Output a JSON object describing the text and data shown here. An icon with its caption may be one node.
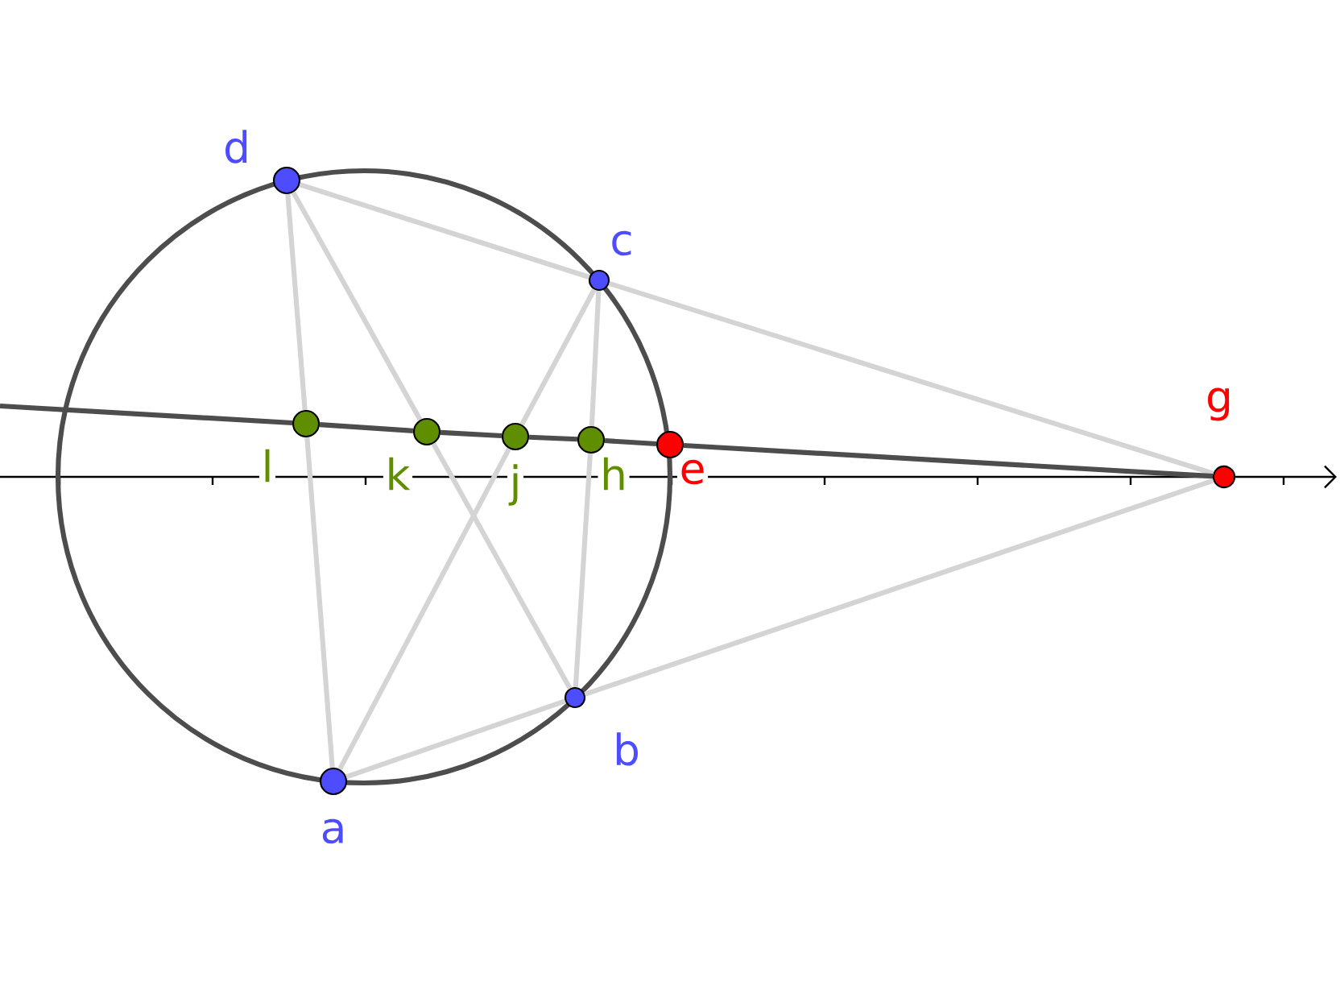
{
  "diagram": {
    "nodes": [
      {
        "text": [
          "d"
        ]
      },
      {
        "text": [
          "c"
        ]
      },
      {
        "text": [
          "g"
        ]
      },
      {
        "text": [
          "l"
        ]
      },
      {
        "text": [
          "k"
        ]
      },
      {
        "text": [
          "j"
        ]
      },
      {
        "text": [
          "h"
        ]
      },
      {
        "text": [
          "e"
        ]
      },
      {
        "text": [
          "b"
        ]
      },
      {
        "text": [
          "a"
        ]
      }
    ],
    "edges": [
      {
        "from": 0,
        "to": 3,
        "arrow": "none"
      },
      {
        "from": 3,
        "to": 9,
        "arrow": "none"
      },
      {
        "from": 0,
        "to": 4,
        "arrow": "none"
      },
      {
        "from": 4,
        "to": 8,
        "arrow": "none"
      },
      {
        "from": 0,
        "to": 1,
        "arrow": "none"
      },
      {
        "from": 1,
        "to": 2,
        "arrow": "none"
      },
      {
        "from": 1,
        "to": 5,
        "arrow": "none"
      },
      {
        "from": 5,
        "to": 9,
        "arrow": "none"
      },
      {
        "from": 1,
        "to": 6,
        "arrow": "none"
      },
      {
        "from": 6,
        "to": 8,
        "arrow": "none"
      },
      {
        "from": 9,
        "to": 8,
        "arrow": "none"
      },
      {
        "from": 8,
        "to": 2,
        "arrow": "none"
      },
      {
        "from": null,
        "to": 3,
        "arrow": "none",
        "color": "#4d4d4d"
      },
      {
        "from": 3,
        "to": 4,
        "arrow": "none",
        "color": "#4d4d4d"
      },
      {
        "from": 4,
        "to": 5,
        "arrow": "none",
        "color": "#4d4d4d"
      },
      {
        "from": 5,
        "to": 6,
        "arrow": "none",
        "color": "#4d4d4d"
      },
      {
        "from": 6,
        "to": 7,
        "arrow": "none",
        "color": "#4d4d4d"
      },
      {
        "from": 7,
        "to": 2,
        "arrow": "none",
        "color": "#4d4d4d"
      }
    ]
  }
}
